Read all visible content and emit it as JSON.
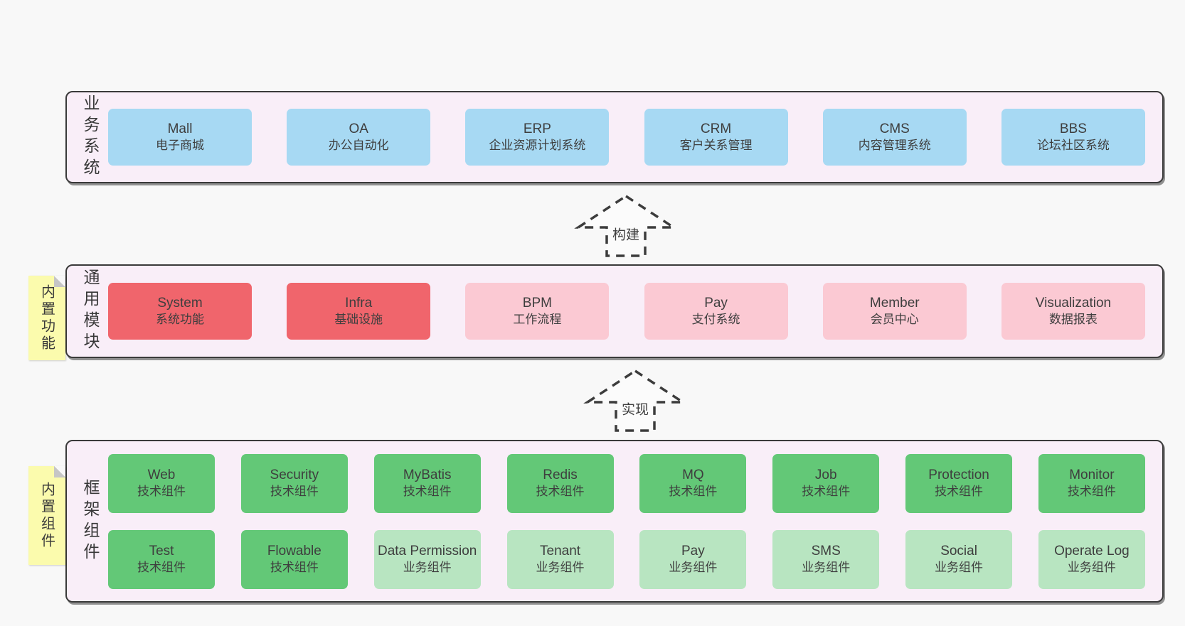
{
  "colors": {
    "background": "#f8f8f8",
    "panel_bg": "#f9eef8",
    "panel_border": "#3a3a3a",
    "blue": "#a7d9f3",
    "red": "#f0656c",
    "pink": "#fbc9d3",
    "green": "#63c877",
    "green_light": "#b8e5c1",
    "note_yellow": "#fbfbad",
    "note_fold": "#c6c6c6",
    "text": "#3e3e3e"
  },
  "layers": [
    {
      "label": "业务系统",
      "note": null,
      "rows": [
        [
          {
            "name": "Mall",
            "subtitle": "电子商城",
            "variant": "blue"
          },
          {
            "name": "OA",
            "subtitle": "办公自动化",
            "variant": "blue"
          },
          {
            "name": "ERP",
            "subtitle": "企业资源计划系统",
            "variant": "blue"
          },
          {
            "name": "CRM",
            "subtitle": "客户关系管理",
            "variant": "blue"
          },
          {
            "name": "CMS",
            "subtitle": "内容管理系统",
            "variant": "blue"
          },
          {
            "name": "BBS",
            "subtitle": "论坛社区系统",
            "variant": "blue"
          }
        ]
      ]
    },
    {
      "label": "通用模块",
      "note": "内置功能",
      "rows": [
        [
          {
            "name": "System",
            "subtitle": "系统功能",
            "variant": "red"
          },
          {
            "name": "Infra",
            "subtitle": "基础设施",
            "variant": "red"
          },
          {
            "name": "BPM",
            "subtitle": "工作流程",
            "variant": "pink"
          },
          {
            "name": "Pay",
            "subtitle": "支付系统",
            "variant": "pink"
          },
          {
            "name": "Member",
            "subtitle": "会员中心",
            "variant": "pink"
          },
          {
            "name": "Visualization",
            "subtitle": "数据报表",
            "variant": "pink"
          }
        ]
      ]
    },
    {
      "label": "框架组件",
      "note": "内置组件",
      "rows": [
        [
          {
            "name": "Web",
            "subtitle": "技术组件",
            "variant": "green"
          },
          {
            "name": "Security",
            "subtitle": "技术组件",
            "variant": "green"
          },
          {
            "name": "MyBatis",
            "subtitle": "技术组件",
            "variant": "green"
          },
          {
            "name": "Redis",
            "subtitle": "技术组件",
            "variant": "green"
          },
          {
            "name": "MQ",
            "subtitle": "技术组件",
            "variant": "green"
          },
          {
            "name": "Job",
            "subtitle": "技术组件",
            "variant": "green"
          },
          {
            "name": "Protection",
            "subtitle": "技术组件",
            "variant": "green"
          },
          {
            "name": "Monitor",
            "subtitle": "技术组件",
            "variant": "green"
          }
        ],
        [
          {
            "name": "Test",
            "subtitle": "技术组件",
            "variant": "green"
          },
          {
            "name": "Flowable",
            "subtitle": "技术组件",
            "variant": "green"
          },
          {
            "name": "Data Permission",
            "subtitle": "业务组件",
            "variant": "green-light"
          },
          {
            "name": "Tenant",
            "subtitle": "业务组件",
            "variant": "green-light"
          },
          {
            "name": "Pay",
            "subtitle": "业务组件",
            "variant": "green-light"
          },
          {
            "name": "SMS",
            "subtitle": "业务组件",
            "variant": "green-light"
          },
          {
            "name": "Social",
            "subtitle": "业务组件",
            "variant": "green-light"
          },
          {
            "name": "Operate Log",
            "subtitle": "业务组件",
            "variant": "green-light"
          }
        ]
      ]
    }
  ],
  "arrows": [
    {
      "label": "构建"
    },
    {
      "label": "实现"
    }
  ]
}
